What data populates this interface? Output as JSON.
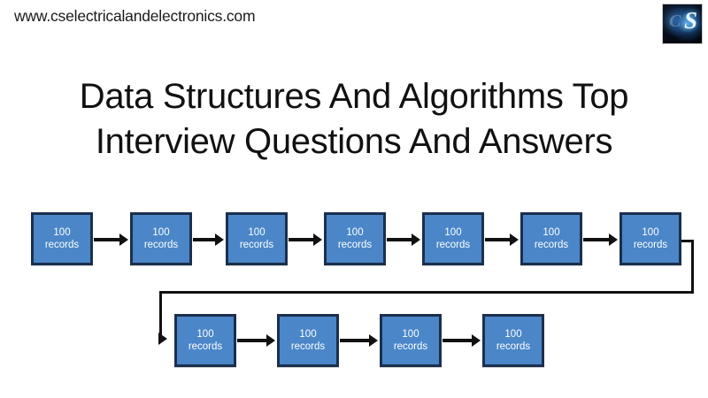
{
  "header": {
    "site_url": "www.cselectricalandelectronics.com",
    "logo_mark": "S",
    "logo_mark_secondary": "C"
  },
  "title": {
    "line1": "Data Structures And Algorithms Top",
    "line2": "Interview Questions And Answers"
  },
  "diagram": {
    "node_value": "100",
    "node_label": "records",
    "top_row_count": 7,
    "bottom_row_count": 4,
    "total_nodes": 11,
    "colors": {
      "node_fill": "#4a86c8",
      "node_border": "#1b2f4d",
      "node_text": "#ffffff",
      "connector": "#111111",
      "background": "#ffffff"
    },
    "top_row": [
      {
        "value": "100",
        "label": "records"
      },
      {
        "value": "100",
        "label": "records"
      },
      {
        "value": "100",
        "label": "records"
      },
      {
        "value": "100",
        "label": "records"
      },
      {
        "value": "100",
        "label": "records"
      },
      {
        "value": "100",
        "label": "records"
      },
      {
        "value": "100",
        "label": "records"
      }
    ],
    "bottom_row": [
      {
        "value": "100",
        "label": "records"
      },
      {
        "value": "100",
        "label": "records"
      },
      {
        "value": "100",
        "label": "records"
      },
      {
        "value": "100",
        "label": "records"
      }
    ]
  }
}
